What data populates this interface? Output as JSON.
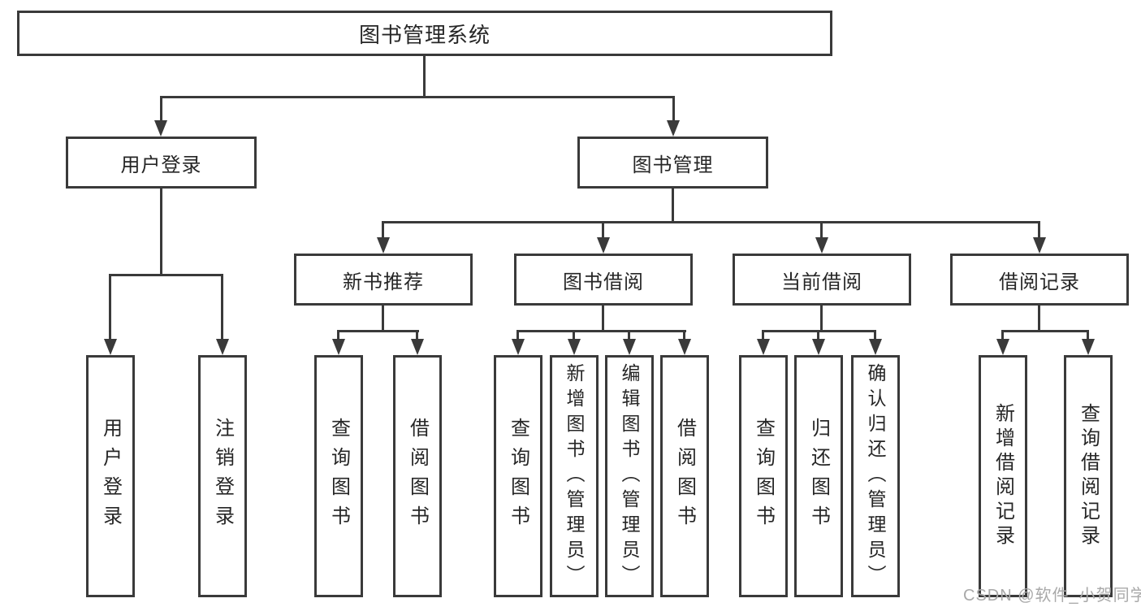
{
  "diagram": {
    "root": "图书管理系统",
    "level2": [
      "用户登录",
      "图书管理"
    ],
    "level3": [
      "新书推荐",
      "图书借阅",
      "当前借阅",
      "借阅记录"
    ],
    "leaves": [
      "用户登录",
      "注销登录",
      "查询图书",
      "借阅图书",
      "查询图书",
      "新增图书（管理员）",
      "编辑图书（管理员）",
      "借阅图书",
      "查询图书",
      "归还图书",
      "确认归还（管理员）",
      "新增借阅记录",
      "查询借阅记录"
    ]
  },
  "watermark": "CSDN @软件_小贺同学",
  "colors": {
    "line": "#3a3a3a",
    "text": "#262626",
    "watermark": "#a9a9a9",
    "background": "#ffffff"
  }
}
